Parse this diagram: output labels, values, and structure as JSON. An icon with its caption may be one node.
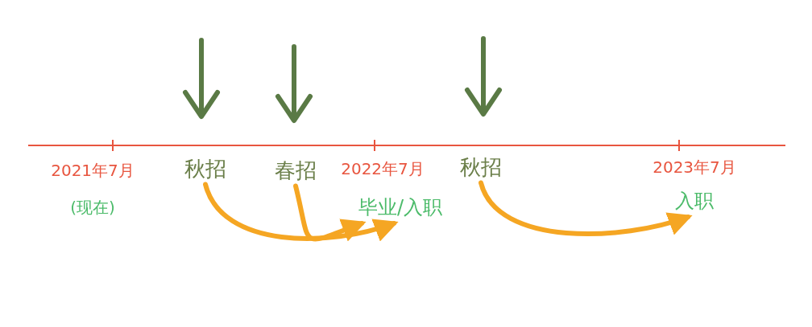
{
  "diagram": {
    "nodes": [
      {
        "text": [
          "秋招"
        ]
      },
      {
        "text": [
          "春招"
        ]
      },
      {
        "text": [
          "毕业/入职"
        ]
      },
      {
        "text": [
          "秋招"
        ]
      },
      {
        "text": [
          "入职"
        ]
      }
    ],
    "edges": [
      {
        "from": 0,
        "to": 2,
        "arrow": "to",
        "color": "#f5a623"
      },
      {
        "from": 1,
        "to": 2,
        "arrow": "to",
        "color": "#f5a623"
      },
      {
        "from": 3,
        "to": 4,
        "arrow": "to",
        "color": "#f5a623"
      }
    ],
    "labels": [
      "2021年7月",
      "(现在)",
      "2022年7月",
      "2023年7月"
    ]
  }
}
